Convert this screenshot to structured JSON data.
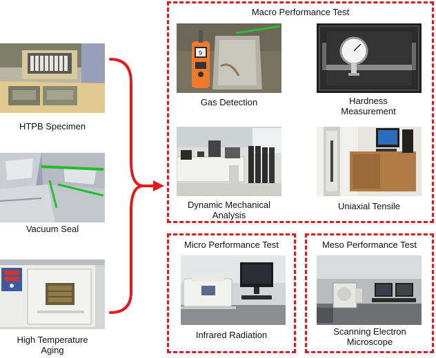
{
  "left": {
    "specimen_label": "HTPB Specimen",
    "vacuum_label": "Vacuum Seal",
    "aging_label": "High Temperature Aging"
  },
  "macro": {
    "title": "Macro Performance Test",
    "gas_label": "Gas Detection",
    "hardness_label": "Hardness Measurement",
    "dma_label": "Dynamic Mechanical Analysis",
    "tensile_label": "Uniaxial Tensile"
  },
  "micro": {
    "title": "Micro Performance Test",
    "ir_label": "Infrared Radiation"
  },
  "meso": {
    "title": "Meso Performance Test",
    "sem_label": "Scanning Electron Microscope"
  },
  "gauge_number": "9",
  "colors": {
    "frame": "#d91c1c",
    "accent": "#e63b2e"
  }
}
